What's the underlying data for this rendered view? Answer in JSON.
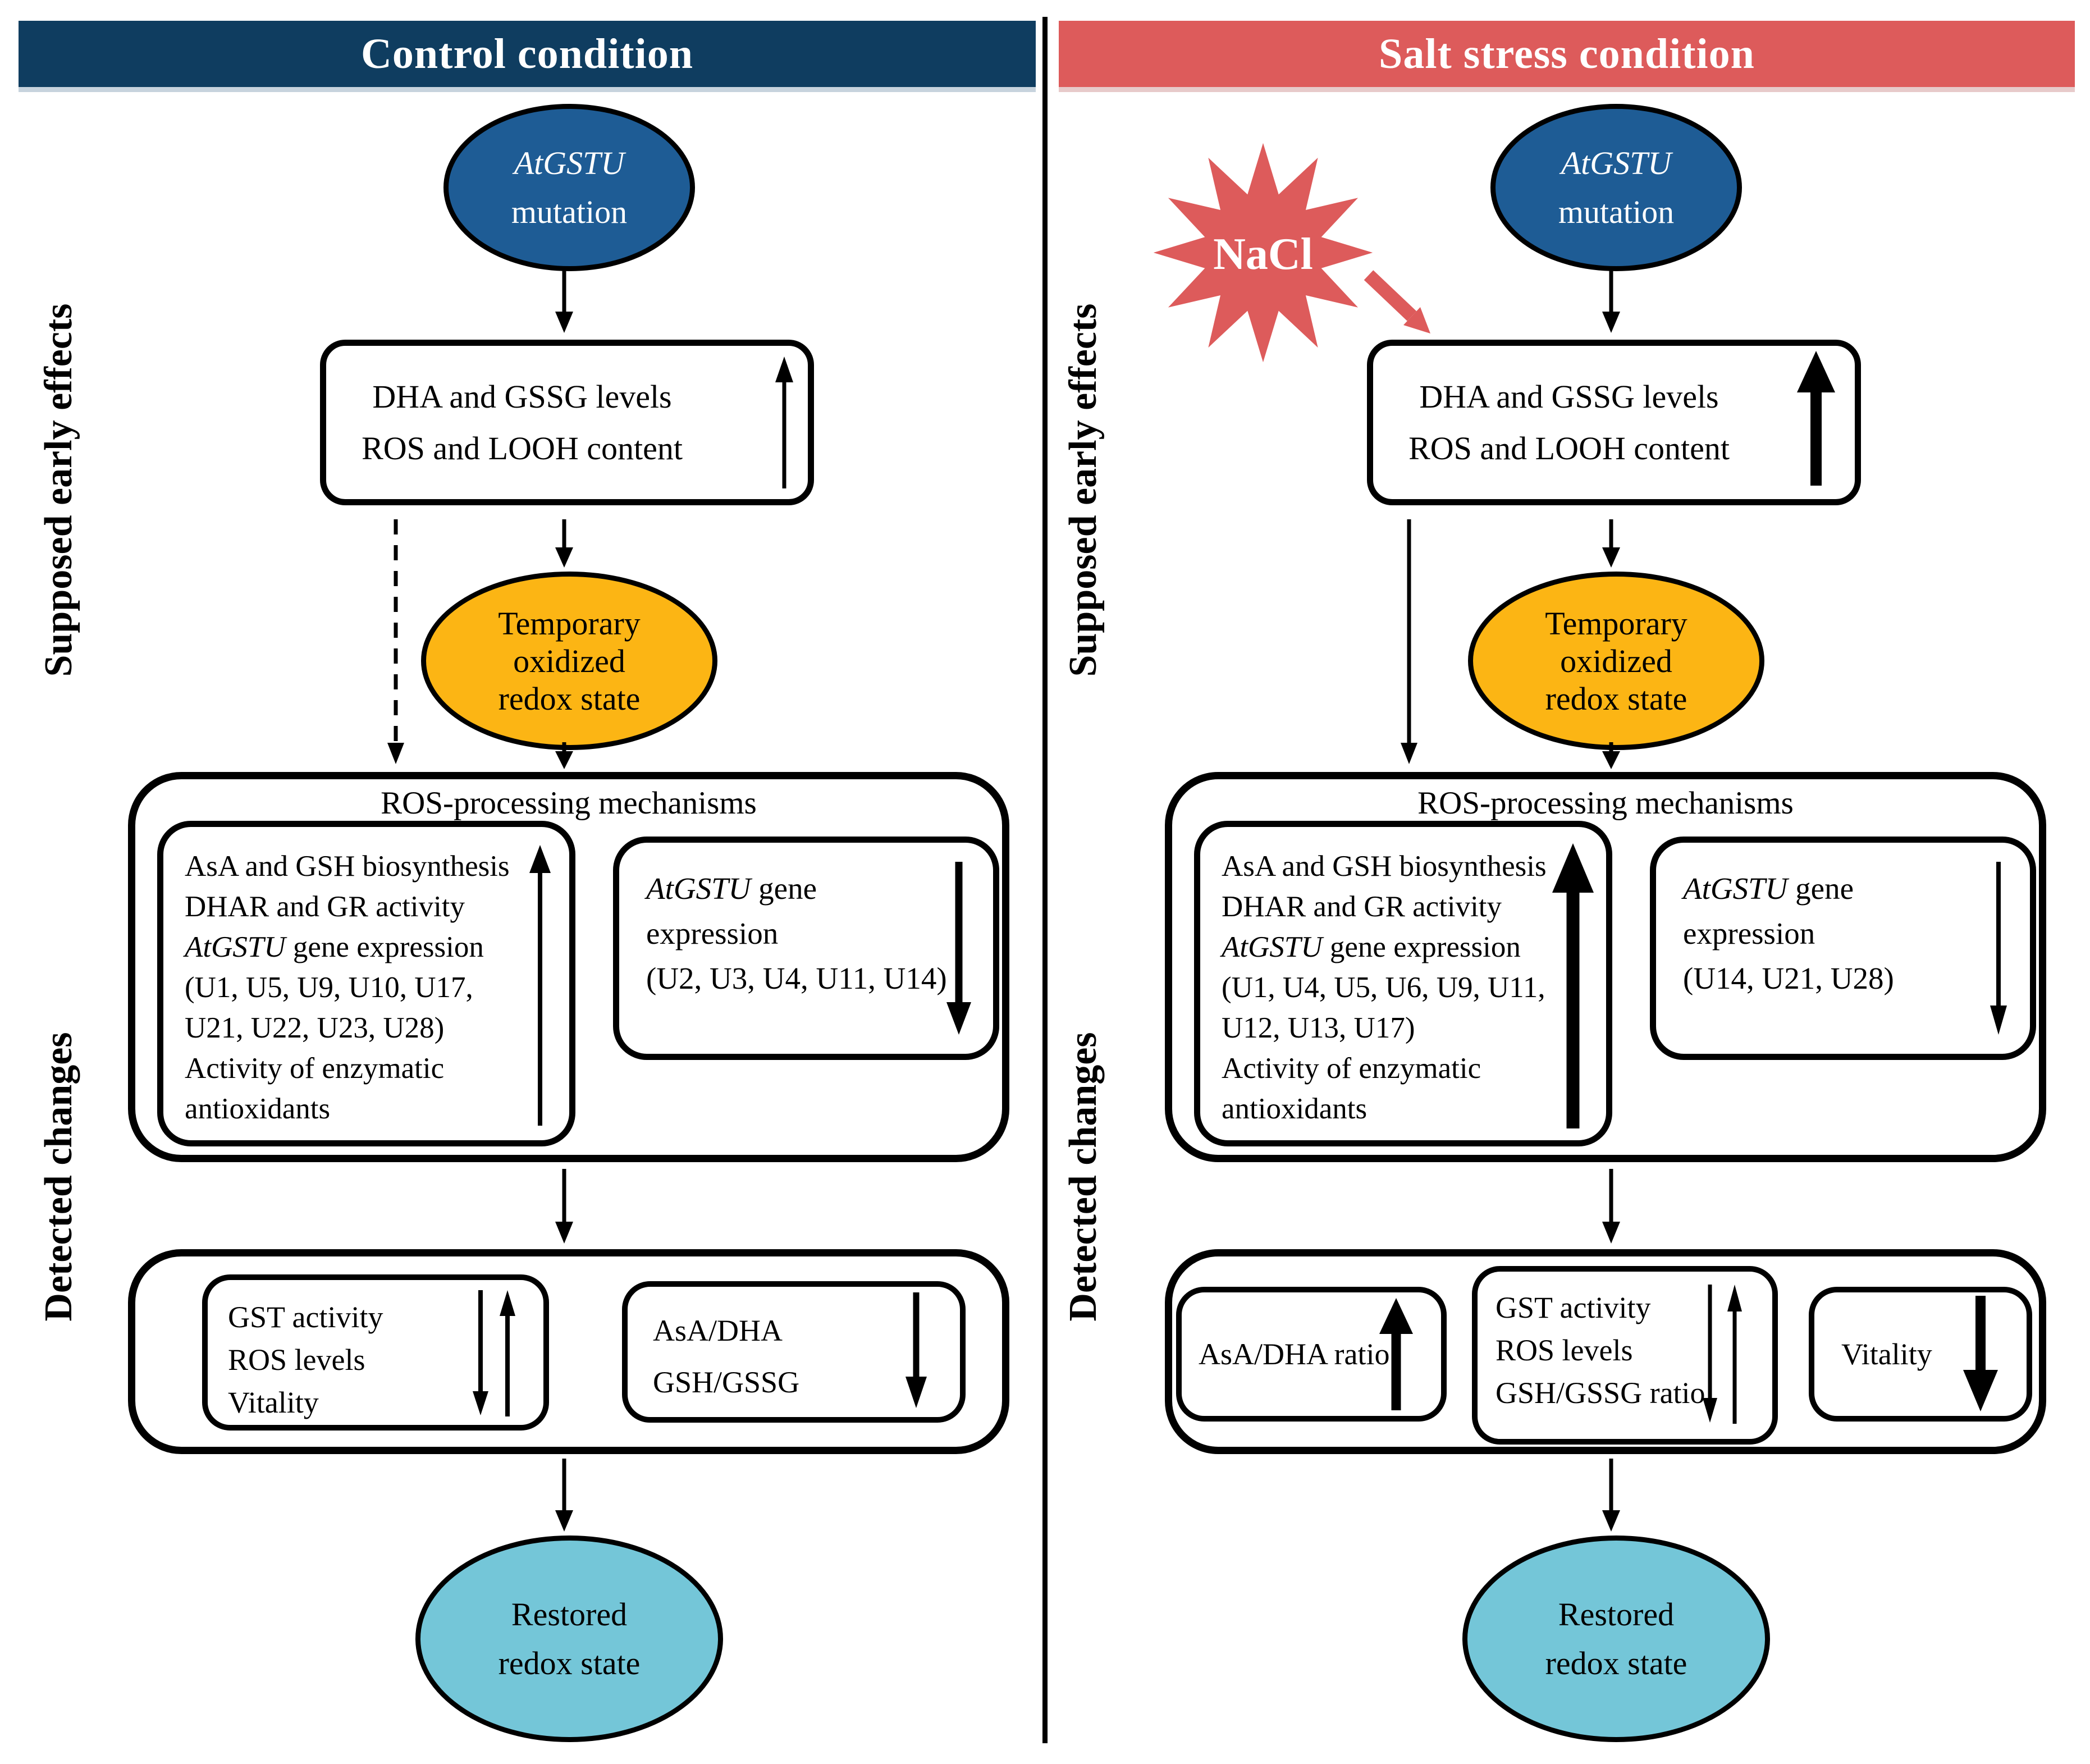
{
  "figure": {
    "colors": {
      "control_header_bg": "#0f3d60",
      "stress_header_bg": "#dd5b5b",
      "mutation_ellipse_bg": "#1e5c95",
      "oxidized_ellipse_bg": "#fcb514",
      "restored_ellipse_bg": "#74c6d8",
      "nacl_star": "#dd5b5b"
    }
  },
  "left_panel": {
    "header": "Control condition",
    "side_label_top": "Supposed early effects",
    "side_label_bottom": "Detected changes",
    "mutation_ellipse": {
      "gene": "AtGSTU",
      "label": "mutation"
    },
    "early_effects_box": {
      "line1": "DHA and GSSG levels",
      "line2": "ROS and LOOH content",
      "trend": "increase"
    },
    "oxidized_ellipse": {
      "line1": "Temporary",
      "line2": "oxidized",
      "line3": "redox state"
    },
    "ros_processing": {
      "title": "ROS-processing mechanisms",
      "antioxidant_box": {
        "line1": "AsA and GSH biosynthesis",
        "line2": "DHAR and GR activity",
        "gene": "AtGSTU",
        "gene_rest": " gene expression",
        "line4": "(U1, U5, U9, U10, U17,",
        "line5": "U21, U22, U23, U28)",
        "line6": "Activity of enzymatic",
        "line7": "antioxidants",
        "trend": "increase"
      },
      "expression_box": {
        "gene": "AtGSTU",
        "gene_rest": " gene",
        "line2": "expression",
        "line3": "(U2, U3, U4, U11, U14)",
        "trend": "decrease"
      }
    },
    "detected_box": {
      "gst_box": {
        "line1": "GST activity",
        "line2": "ROS levels",
        "line3": "Vitality",
        "trend": "mixed"
      },
      "ratio_box": {
        "line1": "AsA/DHA",
        "line2": "GSH/GSSG",
        "trend": "decrease"
      }
    },
    "restored_ellipse": {
      "line1": "Restored",
      "line2": "redox state"
    }
  },
  "right_panel": {
    "header": "Salt stress condition",
    "side_label_top": "Supposed early effects",
    "side_label_bottom": "Detected changes",
    "stressor": "NaCl",
    "mutation_ellipse": {
      "gene": "AtGSTU",
      "label": "mutation"
    },
    "early_effects_box": {
      "line1": "DHA and GSSG levels",
      "line2": "ROS and LOOH content",
      "trend": "strong-increase"
    },
    "oxidized_ellipse": {
      "line1": "Temporary",
      "line2": "oxidized",
      "line3": "redox state"
    },
    "ros_processing": {
      "title": "ROS-processing mechanisms",
      "antioxidant_box": {
        "line1": "AsA and GSH biosynthesis",
        "line2": "DHAR and GR activity",
        "gene": "AtGSTU",
        "gene_rest": " gene expression",
        "line4": "(U1, U4, U5, U6, U9, U11,",
        "line5": "U12, U13, U17)",
        "line6": "Activity of enzymatic",
        "line7": "antioxidants",
        "trend": "strong-increase"
      },
      "expression_box": {
        "gene": "AtGSTU",
        "gene_rest": " gene",
        "line2": "expression",
        "line3": "(U14, U21, U28)",
        "trend": "decrease"
      }
    },
    "detected_box": {
      "ratio_box": {
        "line1": "AsA/DHA ratio",
        "trend": "strong-increase"
      },
      "gst_box": {
        "line1": "GST activity",
        "line2": "ROS levels",
        "line3": "GSH/GSSG ratio",
        "trend": "mixed"
      },
      "vitality_box": {
        "line1": "Vitality",
        "trend": "strong-decrease"
      }
    },
    "restored_ellipse": {
      "line1": "Restored",
      "line2": "redox state"
    }
  }
}
